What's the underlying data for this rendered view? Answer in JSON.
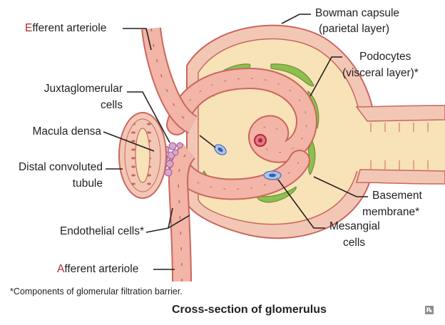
{
  "labels": {
    "efferent_initial": "E",
    "efferent_rest": "fferent arteriole",
    "bowman_line1": "Bowman capsule",
    "bowman_line2": "(parietal layer)",
    "podocytes_line1": "Podocytes",
    "podocytes_line2": "(visceral layer)*",
    "juxta_line1": "Juxtaglomerular",
    "juxta_line2": "cells",
    "macula": "Macula densa",
    "distal_line1": "Distal convoluted",
    "distal_line2": "tubule",
    "basement_line1": "Basement",
    "basement_line2": "membrane*",
    "endothelial": "Endothelial cells*",
    "mesangial_line1": "Mesangial",
    "mesangial_line2": "cells",
    "afferent_initial": "A",
    "afferent_rest": "fferent arteriole"
  },
  "footnote": "*Components of glomerular filtration barrier.",
  "title": "Cross-section of glomerulus",
  "badge": "℞",
  "colors": {
    "accent_red": "#b2292e",
    "vessel_fill": "#f2b5a7",
    "vessel_edge": "#c9675d",
    "bowman_fill": "#f8e2b8",
    "podocyte_green": "#8fbd4f",
    "mesangial_blue": "#3d5fa8"
  }
}
